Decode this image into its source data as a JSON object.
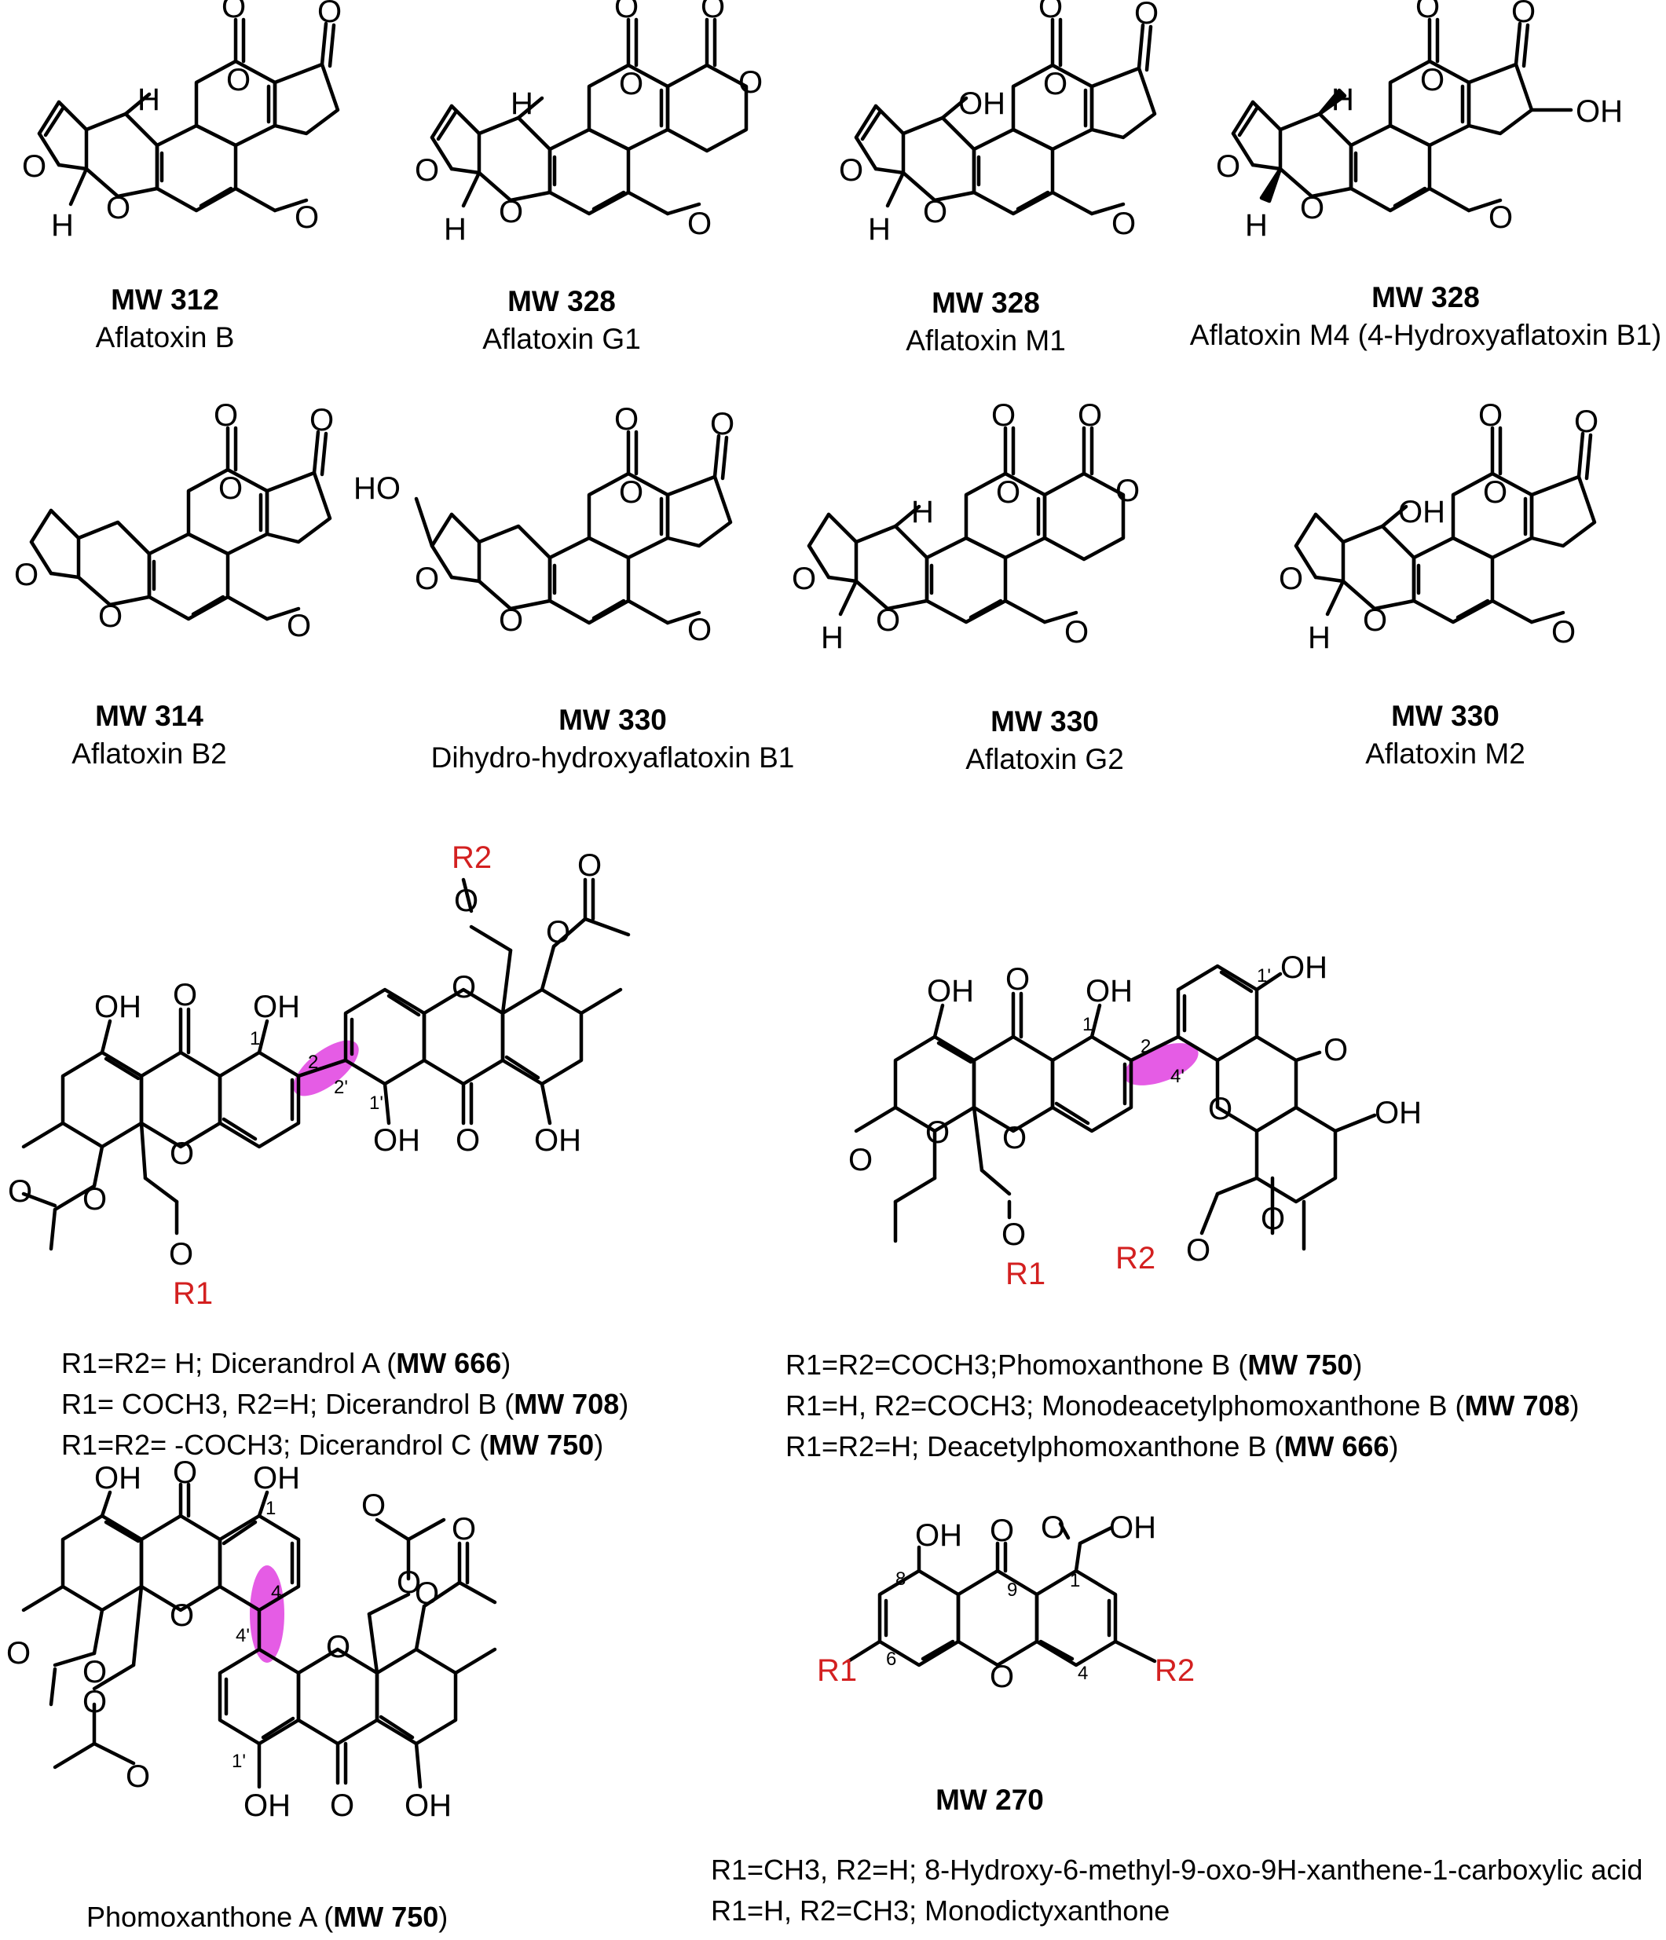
{
  "row1": [
    {
      "mw": "MW 312",
      "name": "Aflatoxin B"
    },
    {
      "mw": "MW 328",
      "name": "Aflatoxin G1"
    },
    {
      "mw": "MW 328",
      "name": "Aflatoxin M1"
    },
    {
      "mw": "MW 328",
      "name": "Aflatoxin M4 (4-Hydroxyaflatoxin B1)"
    }
  ],
  "row2": [
    {
      "mw": "MW 314",
      "name": "Aflatoxin B2"
    },
    {
      "mw": "MW 330",
      "name": "Dihydro-hydroxyaflatoxin B1"
    },
    {
      "mw": "MW 330",
      "name": "Aflatoxin G2"
    },
    {
      "mw": "MW 330",
      "name": "Aflatoxin M2"
    }
  ],
  "dicerandrol": [
    {
      "prefix": "R1=R2= H; Dicerandrol A (",
      "mw": "MW 666",
      "suffix": ")"
    },
    {
      "prefix": "R1= COCH3, R2=H; Dicerandrol B (",
      "mw": "MW 708",
      "suffix": ")"
    },
    {
      "prefix": "R1=R2= -COCH3; Dicerandrol C (",
      "mw": "MW 750",
      "suffix": ")"
    }
  ],
  "phomoxanthone_b": [
    {
      "prefix": "R1=R2=COCH3;Phomoxanthone B (",
      "mw": "MW 750",
      "suffix": ")"
    },
    {
      "prefix": "R1=H, R2=COCH3; Monodeacetylphomoxanthone B (",
      "mw": "MW 708",
      "suffix": ")"
    },
    {
      "prefix": "R1=R2=H; Deacetylphomoxanthone B (",
      "mw": "MW 666",
      "suffix": ")"
    }
  ],
  "phomoxanthone_a": {
    "prefix": "Phomoxanthone A (",
    "mw": "MW 750",
    "suffix": ")"
  },
  "xanthone": {
    "mw": "MW 270",
    "lines": [
      "R1=CH3, R2=H; 8-Hydroxy-6-methyl-9-oxo-9H-xanthene-1-carboxylic acid",
      "R1=H, R2=CH3; Monodictyxanthone"
    ]
  },
  "atoms": {
    "O": "O",
    "H": "H",
    "OH": "OH",
    "HO": "HO",
    "R1": "R1",
    "R2": "R2",
    "n1": "1",
    "n1p": "1'",
    "n2": "2",
    "n2p": "2'",
    "n4": "4",
    "n4p": "4'",
    "n6": "6",
    "n8": "8",
    "n9": "9"
  },
  "colors": {
    "highlight": "#e040e0",
    "substituent": "#d32020"
  }
}
